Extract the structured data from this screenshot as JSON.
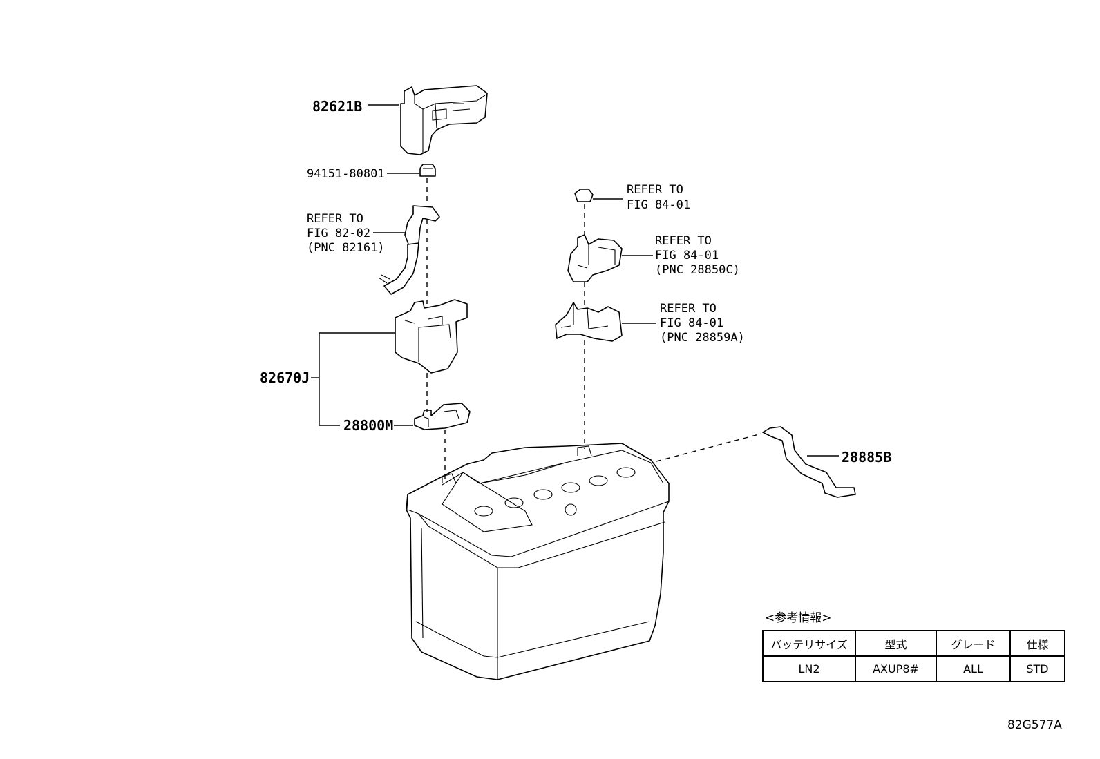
{
  "labels": {
    "p82621B": "82621B",
    "p94151": "94151-80801",
    "refer1": [
      "REFER TO",
      "FIG 82-02",
      "(PNC 82161)"
    ],
    "p82670J": "82670J",
    "p28800M": "28800M",
    "refer2": [
      "REFER TO",
      "FIG 84-01"
    ],
    "refer3": [
      "REFER TO",
      "FIG 84-01",
      "(PNC 28850C)"
    ],
    "refer4": [
      "REFER TO",
      "FIG 84-01",
      "(PNC 28859A)"
    ],
    "p28885B": "28885B"
  },
  "info": {
    "heading": "<参考情報>",
    "headers": [
      "バッテリサイズ",
      "型式",
      "グレード",
      "仕様"
    ],
    "row": [
      "LN2",
      "AXUP8#",
      "ALL",
      "STD"
    ]
  },
  "figure_code": "82G577A"
}
